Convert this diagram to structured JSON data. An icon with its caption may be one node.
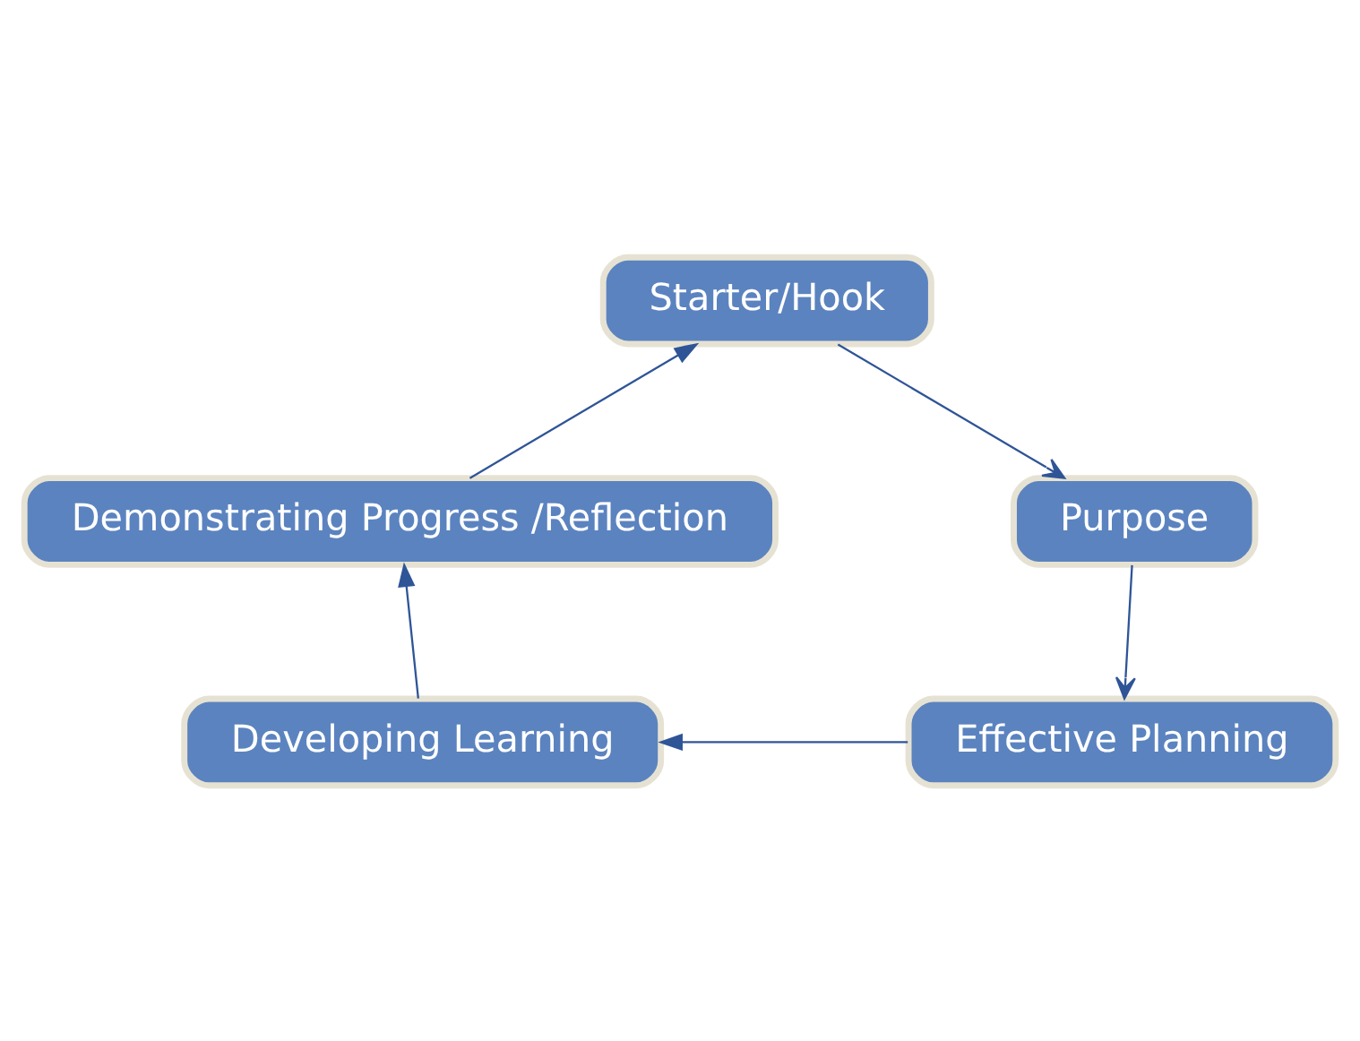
{
  "diagram": {
    "nodes": [
      {
        "text": [
          "Starter/Hook"
        ]
      },
      {
        "text": [
          "Purpose"
        ]
      },
      {
        "text": [
          "Effective Planning"
        ]
      },
      {
        "text": [
          "Developing Learning"
        ]
      },
      {
        "text": [
          "Demonstrating Progress /Reflection"
        ]
      }
    ],
    "edges": [
      {
        "from": 0,
        "to": 1,
        "arrow": "to"
      },
      {
        "from": 1,
        "to": 2,
        "arrow": "to"
      },
      {
        "from": 2,
        "to": 3,
        "arrow": "to"
      },
      {
        "from": 3,
        "to": 4,
        "arrow": "to"
      },
      {
        "from": 4,
        "to": 0,
        "arrow": "to"
      }
    ]
  }
}
